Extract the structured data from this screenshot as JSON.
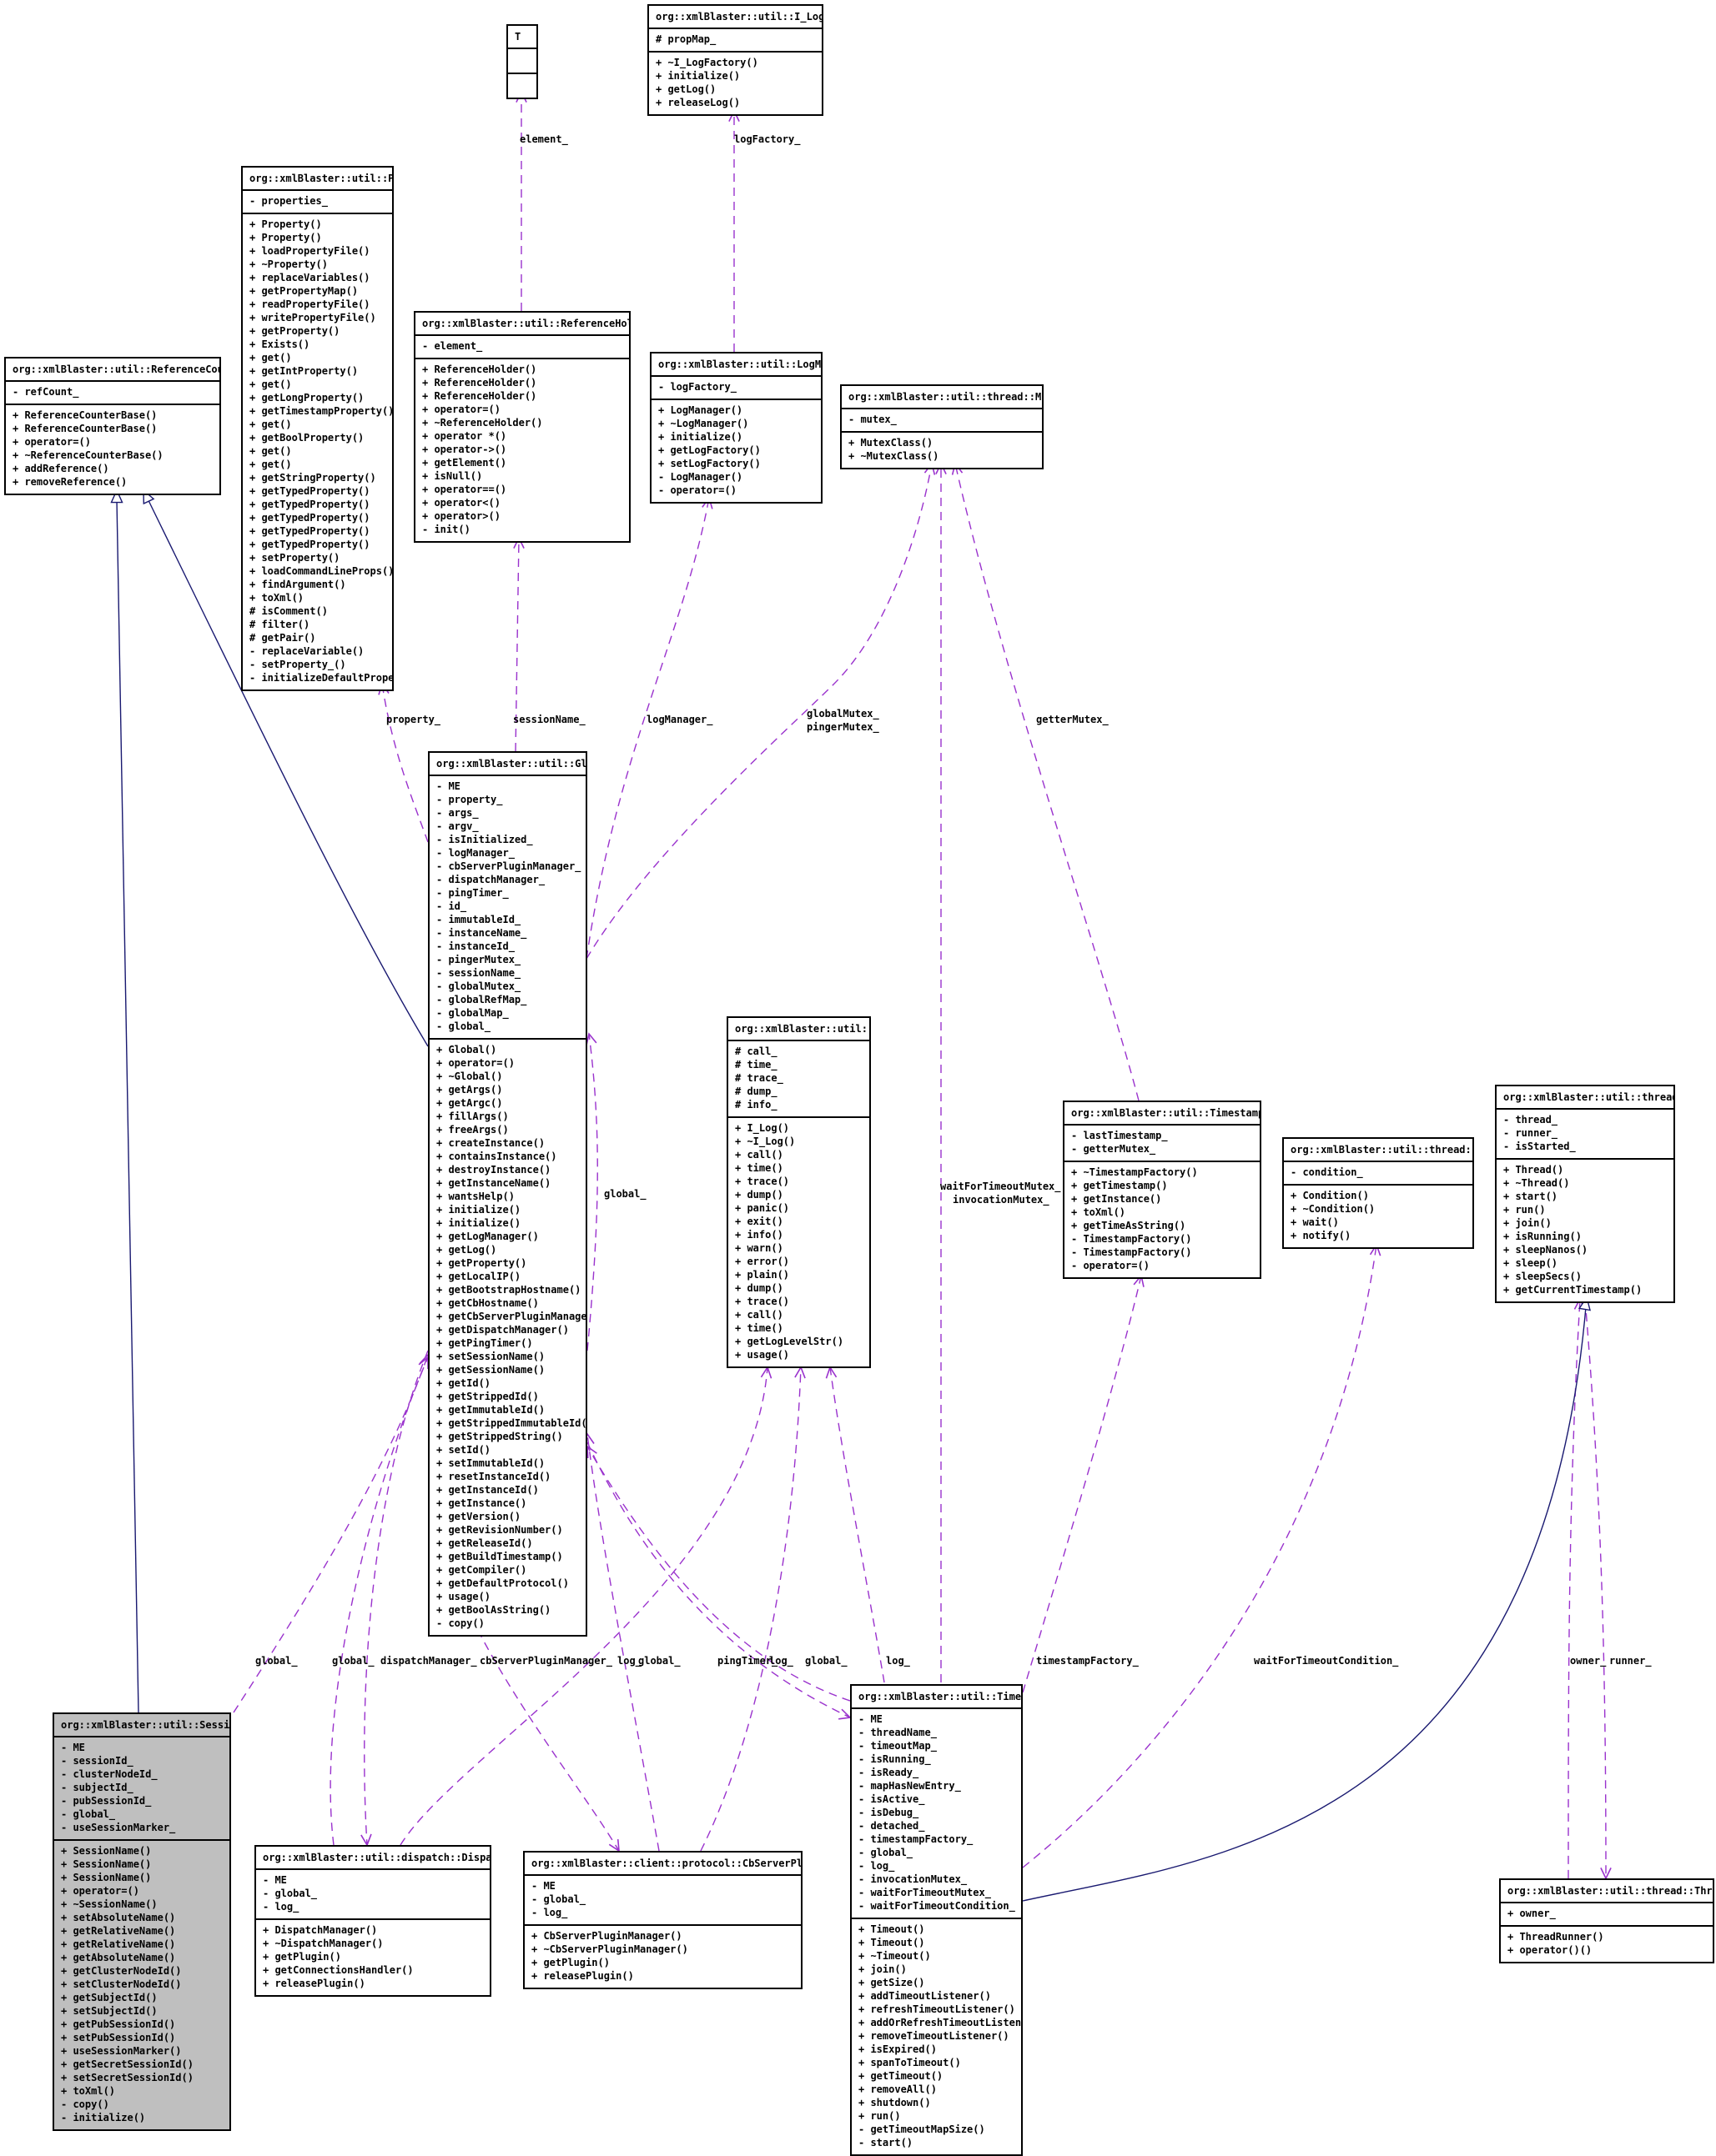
{
  "diagram": {
    "colors": {
      "dependency": "#9a32cd",
      "inheritance": "#191970",
      "box_border": "#000000",
      "highlight_fill": "#bfbfbf"
    },
    "classes": [
      {
        "id": "T",
        "title": "T",
        "attributes": [],
        "operations": []
      },
      {
        "id": "I_LogFactory",
        "title": "org::xmlBlaster::util::I_LogFactory",
        "attributes": [
          "# propMap_"
        ],
        "operations": [
          "+ ~I_LogFactory()",
          "+ initialize()",
          "+ getLog()",
          "+ releaseLog()"
        ]
      },
      {
        "id": "Property",
        "title": "org::xmlBlaster::util::Property",
        "attributes": [
          "- properties_"
        ],
        "operations": [
          "+ Property()",
          "+ Property()",
          "+ loadPropertyFile()",
          "+ ~Property()",
          "+ replaceVariables()",
          "+ getPropertyMap()",
          "+ readPropertyFile()",
          "+ writePropertyFile()",
          "+ getProperty()",
          "+ Exists()",
          "+ get()",
          "+ getIntProperty()",
          "+ get()",
          "+ getLongProperty()",
          "+ getTimestampProperty()",
          "+ get()",
          "+ getBoolProperty()",
          "+ get()",
          "+ get()",
          "+ getStringProperty()",
          "+ getTypedProperty()",
          "+ getTypedProperty()",
          "+ getTypedProperty()",
          "+ getTypedProperty()",
          "+ getTypedProperty()",
          "+ setProperty()",
          "+ loadCommandLineProps()",
          "+ findArgument()",
          "+ toXml()",
          "# isComment()",
          "# filter()",
          "# getPair()",
          "- replaceVariable()",
          "- setProperty_()",
          "- initializeDefaultProperties()"
        ]
      },
      {
        "id": "ReferenceHolder",
        "title": "org::xmlBlaster::util::ReferenceHolder< T >",
        "attributes": [
          "- element_"
        ],
        "operations": [
          "+ ReferenceHolder()",
          "+ ReferenceHolder()",
          "+ ReferenceHolder()",
          "+ operator=()",
          "+ ~ReferenceHolder()",
          "+ operator *()",
          "+ operator->()",
          "+ getElement()",
          "+ isNull()",
          "+ operator==()",
          "+ operator<()",
          "+ operator>()",
          "- init()"
        ]
      },
      {
        "id": "LogManager",
        "title": "org::xmlBlaster::util::LogManager",
        "attributes": [
          "- logFactory_"
        ],
        "operations": [
          "+ LogManager()",
          "+ ~LogManager()",
          "+ initialize()",
          "+ getLogFactory()",
          "+ setLogFactory()",
          "- LogManager()",
          "- operator=()"
        ]
      },
      {
        "id": "ReferenceCounterBase",
        "title": "org::xmlBlaster::util::ReferenceCounterBase",
        "attributes": [
          "- refCount_"
        ],
        "operations": [
          "+ ReferenceCounterBase()",
          "+ ReferenceCounterBase()",
          "+ operator=()",
          "+ ~ReferenceCounterBase()",
          "+ addReference()",
          "+ removeReference()"
        ]
      },
      {
        "id": "MutexClass",
        "title": "org::xmlBlaster::util::thread::MutexClass",
        "attributes": [
          "- mutex_"
        ],
        "operations": [
          "+ MutexClass()",
          "+ ~MutexClass()"
        ]
      },
      {
        "id": "Global",
        "title": "org::xmlBlaster::util::Global",
        "attributes": [
          "- ME",
          "- property_",
          "- args_",
          "- argv_",
          "- isInitialized_",
          "- logManager_",
          "- cbServerPluginManager_",
          "- dispatchManager_",
          "- pingTimer_",
          "- id_",
          "- immutableId_",
          "- instanceName_",
          "- instanceId_",
          "- pingerMutex_",
          "- sessionName_",
          "- globalMutex_",
          "- globalRefMap_",
          "- globalMap_",
          "- global_"
        ],
        "operations": [
          "+ Global()",
          "+ operator=()",
          "+ ~Global()",
          "+ getArgs()",
          "+ getArgc()",
          "+ fillArgs()",
          "+ freeArgs()",
          "+ createInstance()",
          "+ containsInstance()",
          "+ destroyInstance()",
          "+ getInstanceName()",
          "+ wantsHelp()",
          "+ initialize()",
          "+ initialize()",
          "+ getLogManager()",
          "+ getLog()",
          "+ getProperty()",
          "+ getLocalIP()",
          "+ getBootstrapHostname()",
          "+ getCbHostname()",
          "+ getCbServerPluginManager()",
          "+ getDispatchManager()",
          "+ getPingTimer()",
          "+ setSessionName()",
          "+ getSessionName()",
          "+ getId()",
          "+ getStrippedId()",
          "+ getImmutableId()",
          "+ getStrippedImmutableId()",
          "+ getStrippedString()",
          "+ setId()",
          "+ setImmutableId()",
          "+ resetInstanceId()",
          "+ getInstanceId()",
          "+ getInstance()",
          "+ getVersion()",
          "+ getRevisionNumber()",
          "+ getReleaseId()",
          "+ getBuildTimestamp()",
          "+ getCompiler()",
          "+ getDefaultProtocol()",
          "+ usage()",
          "+ getBoolAsString()",
          "- copy()"
        ]
      },
      {
        "id": "I_Log",
        "title": "org::xmlBlaster::util::I_Log",
        "attributes": [
          "# call_",
          "# time_",
          "# trace_",
          "# dump_",
          "# info_"
        ],
        "operations": [
          "+ I_Log()",
          "+ ~I_Log()",
          "+ call()",
          "+ time()",
          "+ trace()",
          "+ dump()",
          "+ panic()",
          "+ exit()",
          "+ info()",
          "+ warn()",
          "+ error()",
          "+ plain()",
          "+ dump()",
          "+ trace()",
          "+ call()",
          "+ time()",
          "+ getLogLevelStr()",
          "+ usage()"
        ]
      },
      {
        "id": "TimestampFactory",
        "title": "org::xmlBlaster::util::TimestampFactory",
        "attributes": [
          "- lastTimestamp_",
          "- getterMutex_"
        ],
        "operations": [
          "+ ~TimestampFactory()",
          "+ getTimestamp()",
          "+ getInstance()",
          "+ toXml()",
          "+ getTimeAsString()",
          "- TimestampFactory()",
          "- TimestampFactory()",
          "- operator=()"
        ]
      },
      {
        "id": "Condition",
        "title": "org::xmlBlaster::util::thread::Condition",
        "attributes": [
          "- condition_"
        ],
        "operations": [
          "+ Condition()",
          "+ ~Condition()",
          "+ wait()",
          "+ notify()"
        ]
      },
      {
        "id": "Thread",
        "title": "org::xmlBlaster::util::thread::Thread",
        "attributes": [
          "- thread_",
          "- runner_",
          "- isStarted_"
        ],
        "operations": [
          "+ Thread()",
          "+ ~Thread()",
          "+ start()",
          "+ run()",
          "+ join()",
          "+ isRunning()",
          "+ sleepNanos()",
          "+ sleep()",
          "+ sleepSecs()",
          "+ getCurrentTimestamp()"
        ]
      },
      {
        "id": "SessionName",
        "title": "org::xmlBlaster::util::SessionName",
        "attributes": [
          "- ME",
          "- sessionId_",
          "- clusterNodeId_",
          "- subjectId_",
          "- pubSessionId_",
          "- global_",
          "- useSessionMarker_"
        ],
        "operations": [
          "+ SessionName()",
          "+ SessionName()",
          "+ SessionName()",
          "+ operator=()",
          "+ ~SessionName()",
          "+ setAbsoluteName()",
          "+ getRelativeName()",
          "+ getRelativeName()",
          "+ getAbsoluteName()",
          "+ getClusterNodeId()",
          "+ setClusterNodeId()",
          "+ getSubjectId()",
          "+ setSubjectId()",
          "+ getPubSessionId()",
          "+ setPubSessionId()",
          "+ useSessionMarker()",
          "+ getSecretSessionId()",
          "+ setSecretSessionId()",
          "+ toXml()",
          "- copy()",
          "- initialize()"
        ]
      },
      {
        "id": "Timeout",
        "title": "org::xmlBlaster::util::Timeout",
        "attributes": [
          "- ME",
          "- threadName_",
          "- timeoutMap_",
          "- isRunning_",
          "- isReady_",
          "- mapHasNewEntry_",
          "- isActive_",
          "- isDebug_",
          "- detached_",
          "- timestampFactory_",
          "- global_",
          "- log_",
          "- invocationMutex_",
          "- waitForTimeoutMutex_",
          "- waitForTimeoutCondition_"
        ],
        "operations": [
          "+ Timeout()",
          "+ Timeout()",
          "+ ~Timeout()",
          "+ join()",
          "+ getSize()",
          "+ addTimeoutListener()",
          "+ refreshTimeoutListener()",
          "+ addOrRefreshTimeoutListener()",
          "+ removeTimeoutListener()",
          "+ isExpired()",
          "+ spanToTimeout()",
          "+ getTimeout()",
          "+ removeAll()",
          "+ shutdown()",
          "+ run()",
          "- getTimeoutMapSize()",
          "- start()"
        ]
      },
      {
        "id": "DispatchManager",
        "title": "org::xmlBlaster::util::dispatch::DispatchManager",
        "attributes": [
          "- ME",
          "- global_",
          "- log_"
        ],
        "operations": [
          "+ DispatchManager()",
          "+ ~DispatchManager()",
          "+ getPlugin()",
          "+ getConnectionsHandler()",
          "+ releasePlugin()"
        ]
      },
      {
        "id": "CbServerPluginManager",
        "title": "org::xmlBlaster::client::protocol::CbServerPluginManager",
        "attributes": [
          "- ME",
          "- global_",
          "- log_"
        ],
        "operations": [
          "+ CbServerPluginManager()",
          "+ ~CbServerPluginManager()",
          "+ getPlugin()",
          "+ releasePlugin()"
        ]
      },
      {
        "id": "ThreadRunner",
        "title": "org::xmlBlaster::util::thread::ThreadRunner",
        "attributes": [
          "+ owner_"
        ],
        "operations": [
          "+ ThreadRunner()",
          "+ operator()()"
        ]
      }
    ],
    "edge_labels": {
      "element": "element_",
      "logFactory": "logFactory_",
      "property": "property_",
      "sessionName": "sessionName_",
      "logManager": "logManager_",
      "globalMutex": "globalMutex_",
      "pingerMutex": "pingerMutex_",
      "getterMutex": "getterMutex_",
      "global_mid": "global_",
      "waitForTimeoutMutex": "waitForTimeoutMutex_",
      "invocationMutex": "invocationMutex_",
      "global_sn": "global_",
      "global_dm": "global_",
      "dispatchManager": "dispatchManager_",
      "cbServerPluginManager": "cbServerPluginManager_",
      "log_cb": "log_",
      "global_cb": "global_",
      "pingTimer": "pingTimer_",
      "log_dm": "log_",
      "global_to": "global_",
      "log_to": "log_",
      "timestampFactory": "timestampFactory_",
      "waitForTimeoutCondition": "waitForTimeoutCondition_",
      "owner": "owner_",
      "runner": "runner_"
    }
  }
}
